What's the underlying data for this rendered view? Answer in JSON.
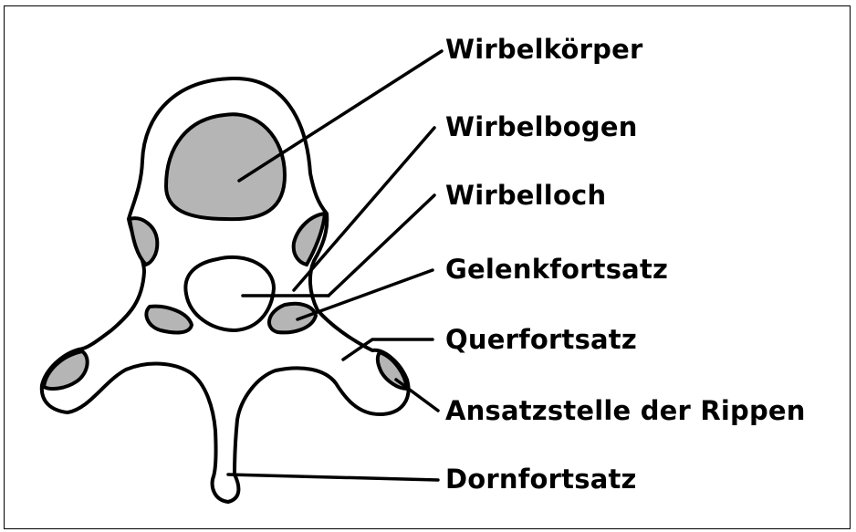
{
  "diagram": {
    "colors": {
      "outline": "#000000",
      "shading": "#b5b5b5",
      "background": "#ffffff"
    },
    "labels": [
      {
        "text": "Wirbelkörper"
      },
      {
        "text": "Wirbelbogen"
      },
      {
        "text": "Wirbelloch"
      },
      {
        "text": "Gelenkfortsatz"
      },
      {
        "text": "Querfortsatz"
      },
      {
        "text": "Ansatzstelle der Rippen"
      },
      {
        "text": "Dornfortsatz"
      }
    ]
  }
}
